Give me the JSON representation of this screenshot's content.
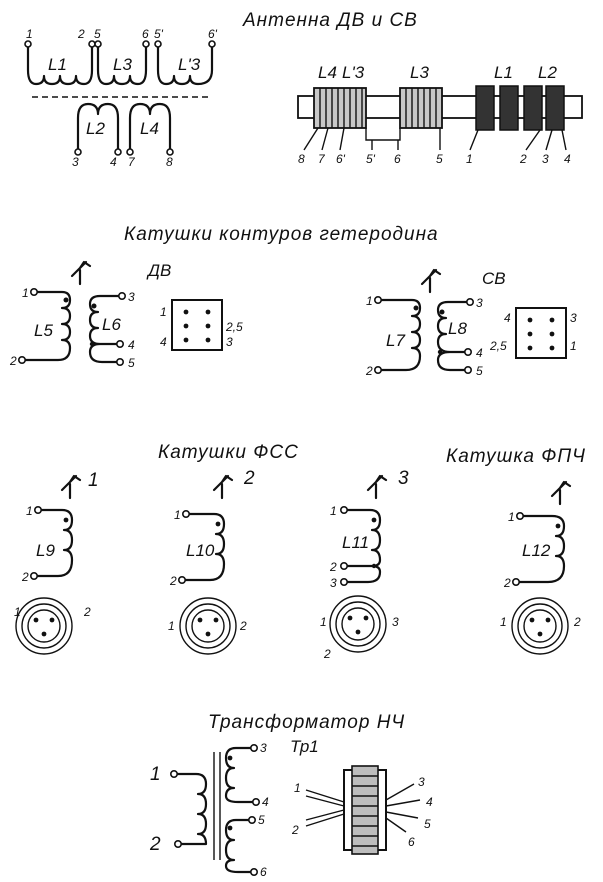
{
  "headings": {
    "antenna": "Антенна ДВ и СВ",
    "osc_coils": "Катушки контуров гетеродина",
    "fss_coils": "Катушки ФСС",
    "fpch_coil": "Катушка ФПЧ",
    "lf_transformer": "Трансформатор НЧ"
  },
  "bands": {
    "dv": "ДВ",
    "sv": "СВ"
  },
  "antenna": {
    "coils": [
      "L1",
      "L3",
      "L'3",
      "L2",
      "L4"
    ],
    "top_pins": [
      "1",
      "2",
      "5",
      "6",
      "5'",
      "6'"
    ],
    "bottom_pins": [
      "3",
      "4",
      "7",
      "8"
    ],
    "rod_labels": [
      "L4",
      "L'3",
      "L3",
      "L1",
      "L2"
    ],
    "rod_pins": [
      "8",
      "7",
      "6'",
      "5'",
      "6",
      "5",
      "1",
      "2",
      "3",
      "4"
    ]
  },
  "oscillator": {
    "dv": {
      "primary": "L5",
      "secondary": "L6",
      "pins": [
        "1",
        "2",
        "3",
        "4",
        "5"
      ],
      "socket_left": [
        "1",
        "4"
      ],
      "socket_right": [
        "2,5",
        "3"
      ]
    },
    "sv": {
      "primary": "L7",
      "secondary": "L8",
      "pins": [
        "1",
        "2",
        "3",
        "4",
        "5"
      ],
      "socket_left": [
        "4",
        "2,5"
      ],
      "socket_right": [
        "3",
        "1"
      ]
    }
  },
  "fss": [
    {
      "index": "1",
      "coil": "L9",
      "pins": [
        "1",
        "2"
      ],
      "base_pins": [
        "1",
        "2"
      ]
    },
    {
      "index": "2",
      "coil": "L10",
      "pins": [
        "1",
        "2"
      ],
      "base_pins": [
        "1",
        "2"
      ]
    },
    {
      "index": "3",
      "coil": "L11",
      "pins": [
        "1",
        "2",
        "3"
      ],
      "base_pins": [
        "1",
        "3",
        "2"
      ]
    }
  ],
  "fpch": {
    "coil": "L12",
    "pins": [
      "1",
      "2"
    ],
    "base_pins": [
      "1",
      "2"
    ]
  },
  "transformer": {
    "designator": "Тр1",
    "primary_pins": [
      "1",
      "2"
    ],
    "secondary_pins": [
      "3",
      "4",
      "5",
      "6"
    ],
    "core_pins": [
      "1",
      "2",
      "3",
      "4",
      "5",
      "6"
    ]
  }
}
